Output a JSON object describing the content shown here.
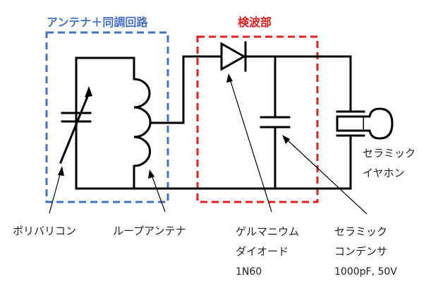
{
  "groups": {
    "antenna_tuning": {
      "label": "アンテナ＋同調回路",
      "color": "#4472C4"
    },
    "detector": {
      "label": "検波部",
      "color": "#E31B1B"
    }
  },
  "labels": {
    "variable_capacitor": "ポリバリコン",
    "loop_antenna": "ループアンテナ",
    "diode_line1": "ゲルマニウム",
    "diode_line2": "ダイオード",
    "diode_line3": "1N60",
    "capacitor_line1": "セラミック",
    "capacitor_line2": "コンデンサ",
    "capacitor_line3": "1000pF, 50V",
    "earphone_line1": "セラミック",
    "earphone_line2": "イヤホン"
  }
}
